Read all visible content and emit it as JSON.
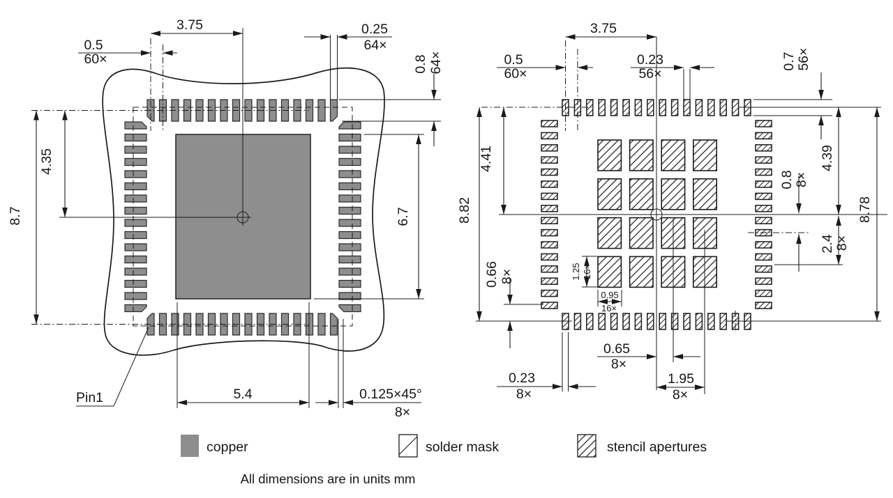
{
  "left": {
    "span": "3.75",
    "pitch": "0.5",
    "pitch_n": "60×",
    "pad_w": "0.25",
    "pad_w_n": "64×",
    "pad_l": "0.8",
    "pad_l_n": "64×",
    "half": "4.35",
    "full": "8.7",
    "cpad_h": "6.7",
    "cpad_w": "5.4",
    "chamfer": "0.125×45°",
    "chamfer_n": "8×",
    "pin1": "Pin1"
  },
  "right": {
    "span": "3.75",
    "pitch": "0.5",
    "pitch_n": "60×",
    "ap_w": "0.23",
    "ap_w_n": "56×",
    "ap_l": "0.7",
    "ap_l_n": "56×",
    "half_l": "4.41",
    "full_l": "8.82",
    "half_r": "4.39",
    "full_r": "8.78",
    "off08": "0.8",
    "off08_n": "8×",
    "off24": "2.4",
    "off24_n": "8×",
    "gap066": "0.66",
    "gap066_n": "8×",
    "sq_h": "1.25",
    "sq_h_n": "16×",
    "sq_w": "0.95",
    "sq_w_n": "16×",
    "off065": "0.65",
    "off065_n": "8×",
    "apw2": "0.23",
    "apw2_n": "8×",
    "off195": "1.95",
    "off195_n": "8×"
  },
  "legend": {
    "copper": "copper",
    "solder_mask": "solder mask",
    "stencil": "stencil apertures"
  },
  "note": "All dimensions are in units mm",
  "colors": {
    "copper": "#8e8e8e",
    "line": "#1b1b1b"
  }
}
